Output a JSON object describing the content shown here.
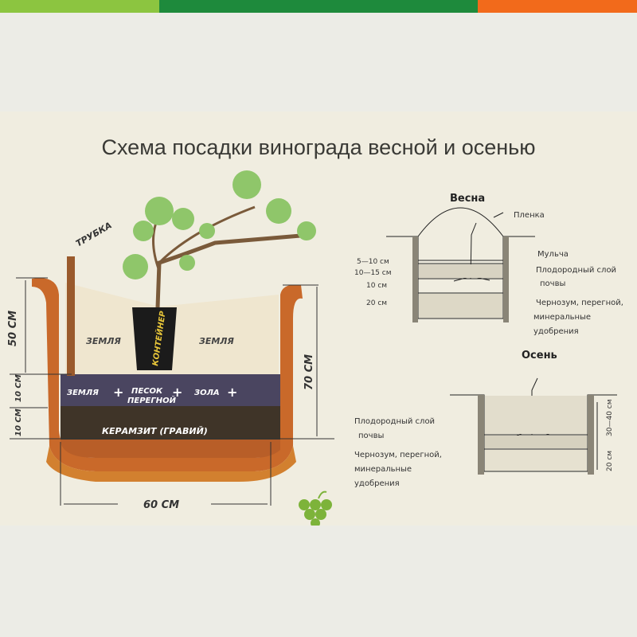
{
  "colors": {
    "band1": "#8cc540",
    "band2": "#1e8a3c",
    "band3": "#f26a1b"
  },
  "title": "Схема посадки винограда весной и осенью",
  "main_diagram": {
    "tube": "ТРУБКА",
    "container": "КОНТЕЙНЕР",
    "soil_left": "ЗЕМЛЯ",
    "soil_right": "ЗЕМЛЯ",
    "mix": [
      "ЗЕМЛЯ",
      "+",
      "ПЕСОК",
      "ПЕРЕГНОЙ",
      "+",
      "ЗОЛА",
      "+"
    ],
    "drainage": "КЕРАМЗИТ (ГРАВИЙ)",
    "dim_50": "50 СМ",
    "dim_10a": "10 СМ",
    "dim_10b": "10 СМ",
    "dim_70": "70 СМ",
    "dim_60": "60 СМ"
  },
  "spring": {
    "title": "Весна",
    "film": "Пленка",
    "mulch": "Мульча",
    "fertile": "Плодородный слой",
    "fertile2": "почвы",
    "chernozem": "Чернозум, перегной,",
    "chernozem2": "минеральные",
    "chernozem3": "удобрения",
    "d1": "5—10 см",
    "d2": "10—15 см",
    "d3": "10  см",
    "d4": "20  см"
  },
  "autumn": {
    "title": "Осень",
    "fertile": "Плодородный слой",
    "fertile2": "почвы",
    "chernozem": "Чернозум, перегной,",
    "chernozem2": "минеральные",
    "chernozem3": "удобрения",
    "d1": "30—40 см",
    "d2": "20  см"
  }
}
